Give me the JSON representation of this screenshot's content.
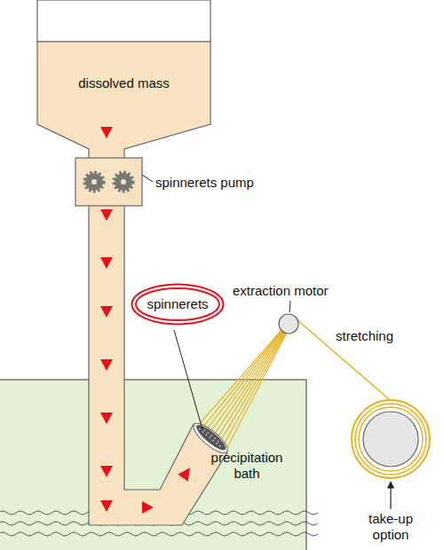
{
  "diagram": {
    "nodes": [
      {
        "text": [
          "dissolved mass"
        ]
      },
      {
        "text": [
          "spinnerets"
        ]
      },
      {
        "text": [
          "precipitation bath"
        ]
      }
    ],
    "labels": [
      "spinnerets pump",
      "extraction motor",
      "stretching",
      "take-up option"
    ]
  }
}
